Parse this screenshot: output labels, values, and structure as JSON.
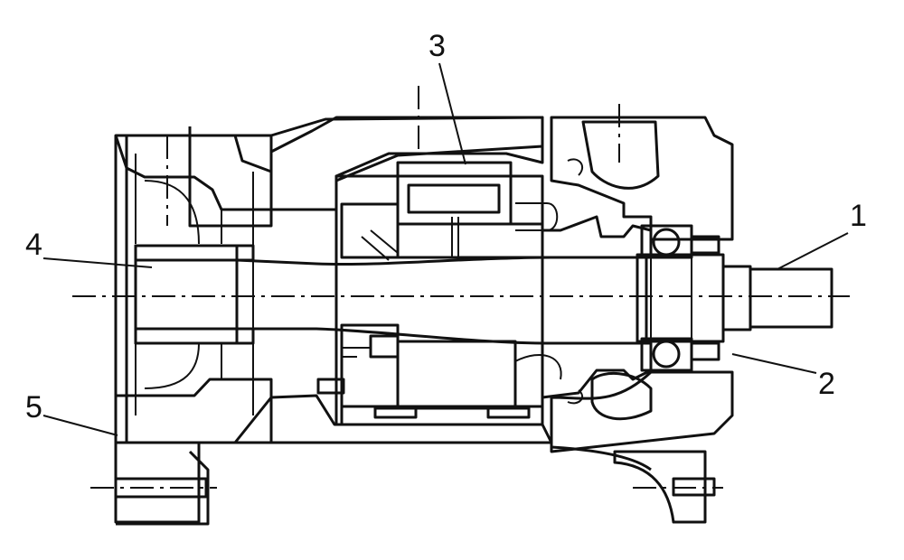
{
  "figure": {
    "part_labels": [
      {
        "id": "1",
        "text": "1"
      },
      {
        "id": "2",
        "text": "2"
      },
      {
        "id": "3",
        "text": "3"
      },
      {
        "id": "4",
        "text": "4"
      },
      {
        "id": "5",
        "text": "5"
      }
    ]
  },
  "colors": {
    "ink": "#111111",
    "paper": "#ffffff"
  }
}
